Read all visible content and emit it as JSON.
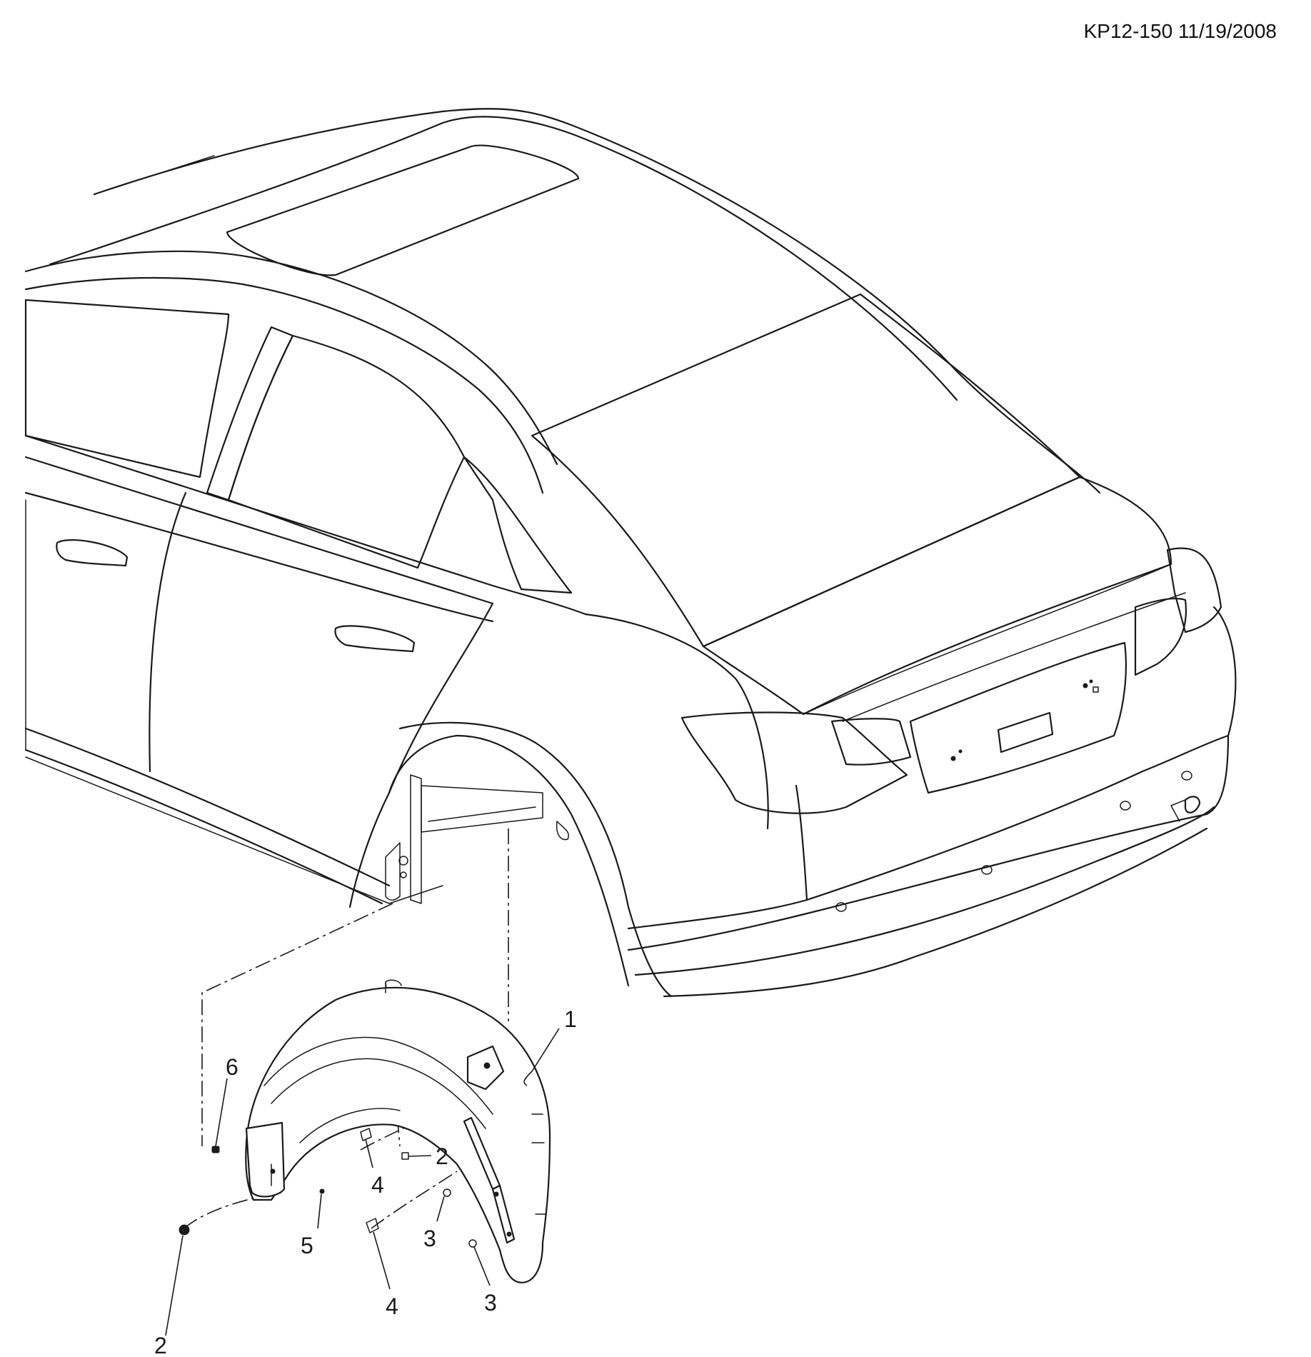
{
  "reference": {
    "code": "KP12-150",
    "date": "11/19/2008"
  },
  "callouts": [
    {
      "id": "c1",
      "number": "1"
    },
    {
      "id": "c6",
      "number": "6"
    },
    {
      "id": "c2a",
      "number": "2"
    },
    {
      "id": "c4a",
      "number": "4"
    },
    {
      "id": "c5",
      "number": "5"
    },
    {
      "id": "c3a",
      "number": "3"
    },
    {
      "id": "c4b",
      "number": "4"
    },
    {
      "id": "c3b",
      "number": "3"
    },
    {
      "id": "c2b",
      "number": "2"
    }
  ],
  "colors": {
    "line": "#1a1a1a",
    "background": "#ffffff"
  }
}
